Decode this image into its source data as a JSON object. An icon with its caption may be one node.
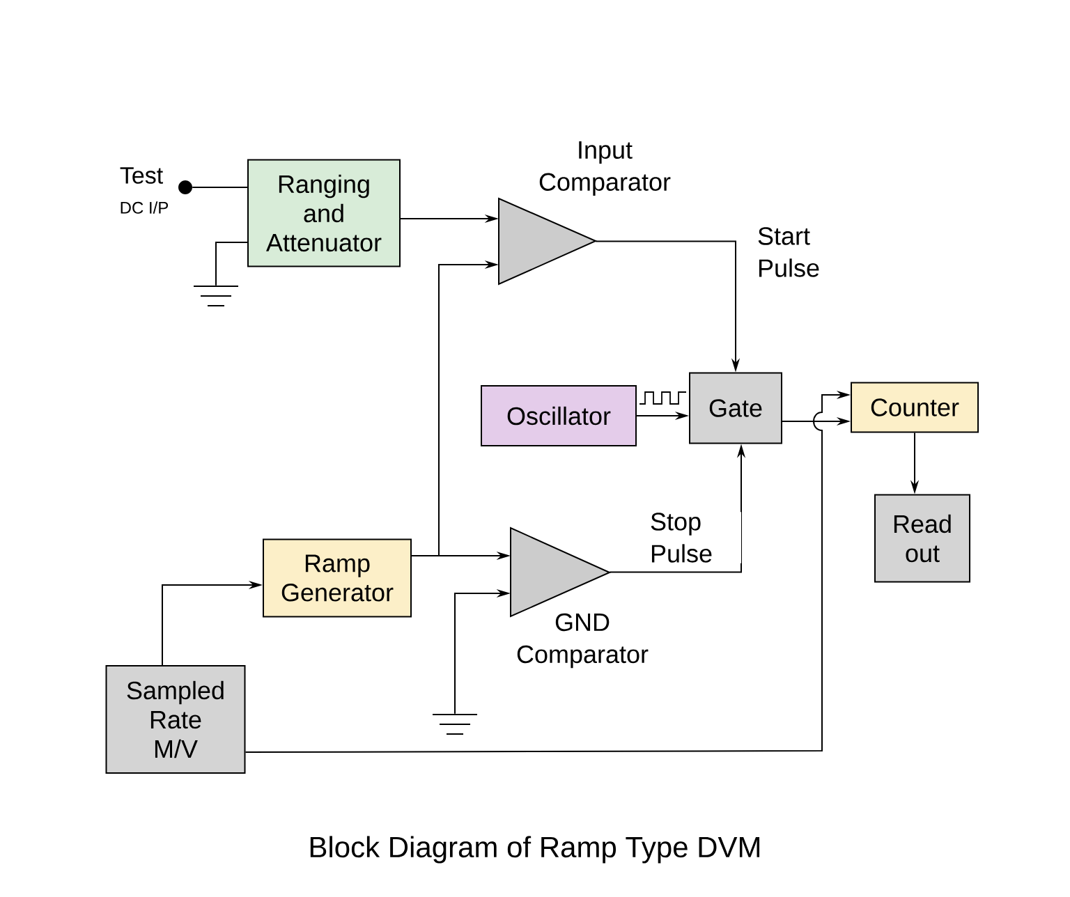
{
  "diagram": {
    "caption": "Block Diagram of Ramp Type DVM",
    "nodes": [
      {
        "text": [],
        "shape": "circle",
        "beside": [
          "Test",
          "DC I/P"
        ]
      },
      {
        "text": [
          "Ranging and Attenuator"
        ]
      },
      {
        "text": [
          "Input Comparator"
        ]
      },
      {
        "text": [
          "Oscillator"
        ]
      },
      {
        "text": [
          "Gate"
        ]
      },
      {
        "text": [
          "Counter"
        ]
      },
      {
        "text": [
          "Read out"
        ]
      },
      {
        "text": [
          "Ramp Generator"
        ]
      },
      {
        "text": [
          "GND Comparator"
        ]
      },
      {
        "text": [
          "Sampled Rate M/V"
        ]
      },
      {
        "text": [],
        "shape": "ground"
      },
      {
        "text": [],
        "shape": "ground"
      }
    ],
    "edges": [
      {
        "from": 0,
        "to": 1,
        "arrow": "none"
      },
      {
        "from": 1,
        "to": 10,
        "arrow": "none"
      },
      {
        "from": 1,
        "to": 2,
        "arrow": "to"
      },
      {
        "from": 7,
        "to": 2,
        "arrow": "to"
      },
      {
        "from": 7,
        "to": 8,
        "arrow": "to"
      },
      {
        "from": 11,
        "to": 8,
        "arrow": "to"
      },
      {
        "from": 2,
        "to": 4,
        "arrow": "to",
        "label": "Start Pulse"
      },
      {
        "from": 8,
        "to": 4,
        "arrow": "to",
        "label": "Stop Pulse"
      },
      {
        "from": 3,
        "to": 4,
        "arrow": "to"
      },
      {
        "from": 4,
        "to": 5,
        "arrow": "to"
      },
      {
        "from": 9,
        "to": 5,
        "arrow": "to"
      },
      {
        "from": 5,
        "to": 6,
        "arrow": "to"
      },
      {
        "from": 9,
        "to": 7,
        "arrow": "to"
      }
    ]
  }
}
